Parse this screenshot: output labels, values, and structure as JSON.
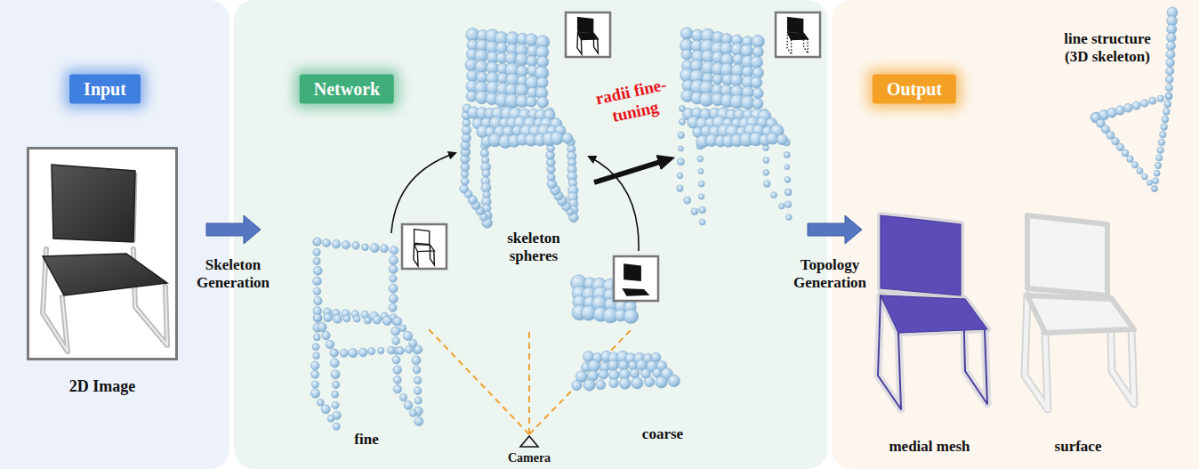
{
  "diagram": {
    "nodes": [
      {
        "text": [
          "Input"
        ]
      },
      {
        "text": [
          "2D Image"
        ],
        "in": 0
      },
      {
        "text": [
          "Network"
        ]
      },
      {
        "text": [
          "Output"
        ]
      }
    ],
    "labels": [
      "Skeleton Generation",
      "skeleton spheres",
      "radii fine-tuning",
      "fine",
      "coarse",
      "Camera",
      "Topology Generation",
      "line structure (3D skeleton)",
      "medial mesh",
      "surface"
    ]
  }
}
